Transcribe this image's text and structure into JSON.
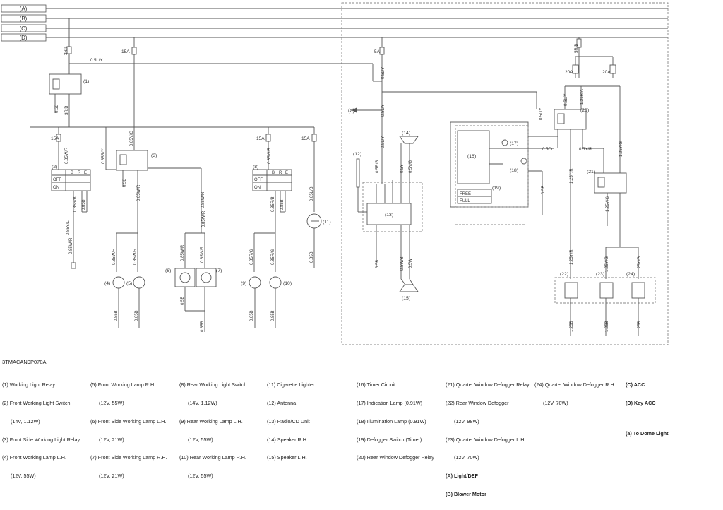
{
  "drawing_id": "3TMACAN9P070A",
  "bus_labels": [
    "(A)",
    "(B)",
    "(C)",
    "(D)"
  ],
  "external_refs": {
    "a_arrow": "(a)"
  },
  "fuses": {
    "f15a_top": "15A",
    "f5a": "5A",
    "f15a_left": "15A",
    "f15a_mid1": "15A",
    "f15a_mid2": "15A",
    "f20a_1": "20A",
    "f20a_2": "20A"
  },
  "component_numbers": [
    "(1)",
    "(2)",
    "(3)",
    "(4)",
    "(5)",
    "(6)",
    "(7)",
    "(8)",
    "(9)",
    "(10)",
    "(11)",
    "(12)",
    "(13)",
    "(14)",
    "(15)",
    "(16)",
    "(17)",
    "(18)",
    "(19)",
    "(20)",
    "(21)",
    "(22)",
    "(23)",
    "(24)"
  ],
  "switch_table": {
    "off": "OFF",
    "on": "ON",
    "b": "B",
    "r": "R",
    "e": "E",
    "free": "FREE",
    "full": "FULL"
  },
  "wires": {
    "w3rl": "3R/L",
    "w05ly": "0.5L/Y",
    "w05b": "0.5B",
    "w3rb": "3R/B",
    "w085wr": "0.85W/R",
    "w085ry": "0.85R/Y",
    "w085yg": "0.85Y/G",
    "w085rb": "0.85R/B",
    "w085yl": "0.85Y/L",
    "w05rb": "0.5R/B",
    "w085lb": "0.85L/B",
    "w085rg": "0.85R/G",
    "w085b": "0.85B",
    "w05y": "0.5Y",
    "w05yb": "0.5Y/B",
    "w05or": "0.5Or",
    "w05yr": "0.5Y/R",
    "w05w": "0.5W",
    "w05wb": "0.5W/B",
    "w5rb": "5R/B",
    "w125ra": "1.25R/A",
    "w125yr": "1.25Y/R",
    "w125yg": "1.25Y/G",
    "w125b": "1.25B"
  },
  "legend": {
    "col1": [
      "(1) Working Light Relay",
      "(2) Front Working Light Switch",
      "      (14V, 1.12W)",
      "(3) Front Side Working Light Relay",
      "(4) Front Working Lamp L.H.",
      "      (12V, 55W)"
    ],
    "col2": [
      "(5) Front Working Lamp R.H.",
      "      (12V, 55W)",
      "(6) Front Side Working Lamp L.H.",
      "      (12V, 21W)",
      "(7) Front Side Working Lamp R.H.",
      "      (12V, 21W)"
    ],
    "col3": [
      "(8) Rear Working Light Switch",
      "      (14V, 1.12W)",
      "(9) Rear Working Lamp L.H.",
      "      (12V, 55W)",
      "(10) Rear Working Lamp R.H.",
      "      (12V, 55W)"
    ],
    "col4": [
      "(11) Cigarette Lighter",
      "(12) Antenna",
      "(13) Radio/CD Unit",
      "(14) Speaker R.H.",
      "(15) Speaker L.H."
    ],
    "col5": [
      "(16) Timer Circuit",
      "(17) Indication Lamp (0.91W)",
      "(18) Illumination Lamp (0.91W)",
      "(19) Defogger Switch (Timer)",
      "(20) Rear Window Defogger Relay"
    ],
    "col6": [
      "(21) Quarter Window Defogger Relay",
      "(22) Rear Window Defogger",
      "      (12V, 98W)",
      "(23) Quarter Window Defogger L.H.",
      "      (12V, 70W)"
    ],
    "col6_bold": [
      "(A) Light/DEF",
      "(B) Blower Motor"
    ],
    "col7": [
      "(24) Quarter Window Defogger R.H.",
      "      (12V, 70W)"
    ],
    "col8_bold": [
      "(C) ACC",
      "(D) Key ACC",
      "",
      "(a) To Dome Light"
    ]
  }
}
